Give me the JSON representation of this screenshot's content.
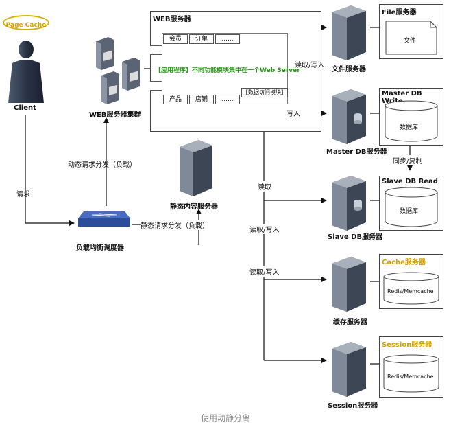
{
  "labels": {
    "page_cache": "Page Cache",
    "client": "Client",
    "web_server_cluster": "WEB服务器集群",
    "web_server": "WEB服务器",
    "dynamic_dispatch": "动态请求分发（负载）",
    "request": "请求",
    "load_balancer": "负载均衡调度器",
    "static_dispatch": "静态请求分发（负载）",
    "static_server": "静态内容服务器",
    "file_server_box": "File服务器",
    "file": "文件",
    "file_server": "文件服务器",
    "read_write_1": "读取/写入",
    "write": "写入",
    "master_db_write": "Master DB Write",
    "database_1": "数据库",
    "master_db_server": "Master DB服务器",
    "sync_copy": "同步/复制",
    "read": "读取",
    "slave_db_read": "Slave DB Read",
    "database_2": "数据库",
    "slave_db_server": "Slave DB服务器",
    "read_write_2": "读取/写入",
    "cache_box": "Cache服务器",
    "redis_1": "Redis/Memcache",
    "cache_server": "缓存服务器",
    "read_write_3": "读取/写入",
    "session_box": "Session服务器",
    "redis_2": "Redis/Memcache",
    "session_server": "Session服务器",
    "app_desc": "【应用程序】不同功能模块集中在一个Web Server",
    "data_access": "【数据访问模块】",
    "top_modules": [
      "会员",
      "订单",
      "......"
    ],
    "bottom_modules": [
      "产品",
      "店铺",
      "......"
    ],
    "caption": "使用动静分离"
  },
  "colors": {
    "green_text": "#2a9a1a",
    "gold_text": "#d4a000",
    "page_cache_border": "#d4b000",
    "server_dark": "#3c4654",
    "server_light": "#8a94a2"
  }
}
